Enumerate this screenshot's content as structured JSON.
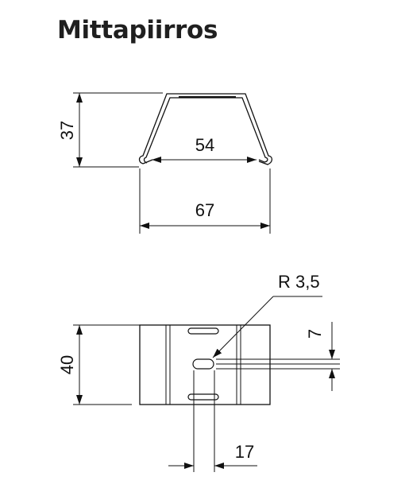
{
  "title": "Mittapiirros",
  "profile_view": {
    "height_label": "37",
    "inner_width_label": "54",
    "outer_width_label": "67"
  },
  "plate_view": {
    "radius_label": "R 3,5",
    "height_label": "40",
    "slot_offset_label": "7",
    "slot_width_label": "17"
  },
  "colors": {
    "line": "#111111",
    "title": "#1f1f1f"
  }
}
